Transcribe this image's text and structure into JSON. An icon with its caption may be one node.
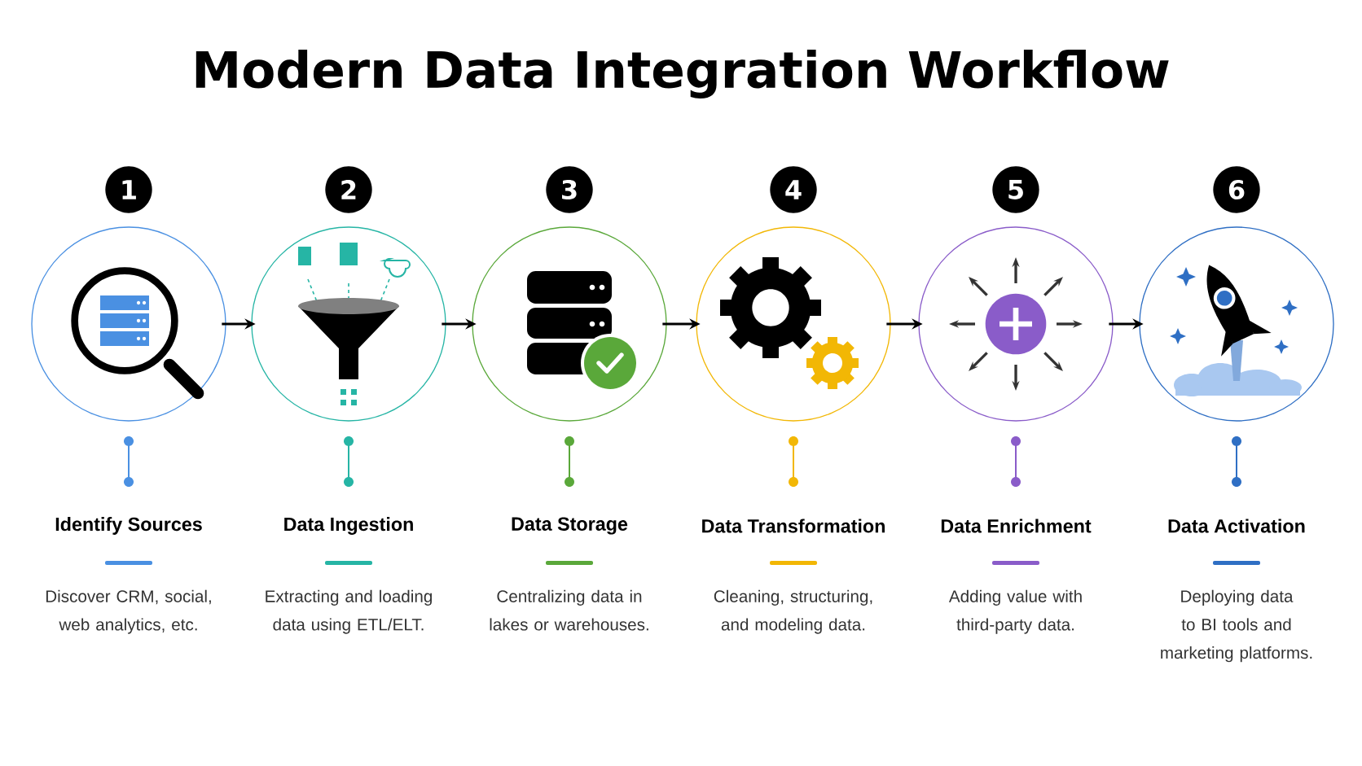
{
  "diagram": {
    "title": "Modern Data Integration Workflow",
    "nodes": [
      {
        "text": [],
        "shape": "circle",
        "beside": [
          "1",
          "Identify Sources",
          "Discover CRM, social, web analytics, etc."
        ]
      },
      {
        "text": [],
        "shape": "circle",
        "beside": [
          "2",
          "Data Ingestion",
          "Extracting and loading data using ETL/ELT."
        ]
      },
      {
        "text": [],
        "shape": "circle",
        "beside": [
          "3",
          "Data Storage",
          "Centralizing data in lakes or warehouses."
        ]
      },
      {
        "text": [],
        "shape": "circle",
        "beside": [
          "4",
          "Data Transformation",
          "Cleaning, structuring, and modeling data."
        ]
      },
      {
        "text": [],
        "shape": "circle",
        "beside": [
          "5",
          "Data Enrichment",
          "Adding value with third-party data."
        ]
      },
      {
        "text": [],
        "shape": "circle",
        "beside": [
          "6",
          "Data Activation",
          "Deploying data to BI tools and marketing platforms."
        ]
      }
    ],
    "edges": [
      {
        "from": 0,
        "to": 1,
        "arrow": "to"
      },
      {
        "from": 1,
        "to": 2,
        "arrow": "to"
      },
      {
        "from": 2,
        "to": 3,
        "arrow": "to"
      },
      {
        "from": 3,
        "to": 4,
        "arrow": "to"
      },
      {
        "from": 4,
        "to": 5,
        "arrow": "to"
      }
    ]
  }
}
